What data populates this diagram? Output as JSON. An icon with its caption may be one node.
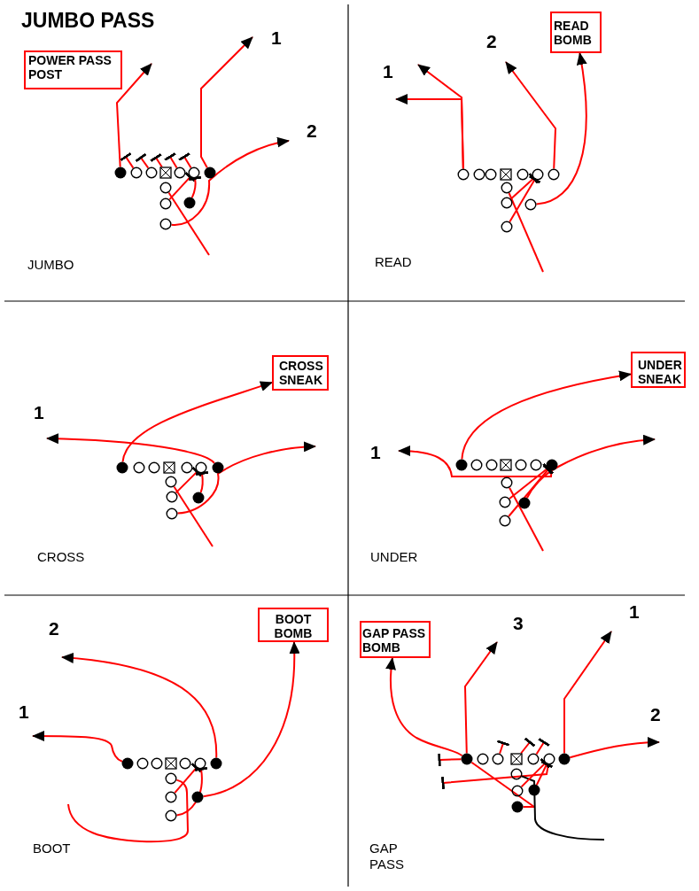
{
  "diagram": {
    "title": "JUMBO PASS",
    "nodes": [
      {
        "text": [
          "POWER PASS POST"
        ]
      },
      {
        "text": [],
        "shape": "dot"
      },
      {
        "text": [],
        "shape": "circle"
      },
      {
        "text": [],
        "shape": "circle"
      },
      {
        "text": [],
        "shape": "box"
      },
      {
        "text": [],
        "shape": "circle"
      },
      {
        "text": [],
        "shape": "circle"
      },
      {
        "text": [],
        "shape": "dot"
      },
      {
        "text": [],
        "shape": "circle"
      },
      {
        "text": [],
        "shape": "circle"
      },
      {
        "text": [],
        "shape": "dot"
      },
      {
        "text": [],
        "shape": "circle"
      },
      {
        "text": [
          "READ BOMB"
        ]
      },
      {
        "text": [],
        "shape": "circle"
      },
      {
        "text": [],
        "shape": "circle"
      },
      {
        "text": [],
        "shape": "circle"
      },
      {
        "text": [],
        "shape": "box"
      },
      {
        "text": [],
        "shape": "circle"
      },
      {
        "text": [],
        "shape": "circle"
      },
      {
        "text": [],
        "shape": "circle"
      },
      {
        "text": [],
        "shape": "circle"
      },
      {
        "text": [],
        "shape": "circle"
      },
      {
        "text": [],
        "shape": "circle"
      },
      {
        "text": [],
        "shape": "circle"
      },
      {
        "text": [
          "CROSS SNEAK"
        ]
      },
      {
        "text": [],
        "shape": "dot"
      },
      {
        "text": [],
        "shape": "circle"
      },
      {
        "text": [],
        "shape": "circle"
      },
      {
        "text": [],
        "shape": "box"
      },
      {
        "text": [],
        "shape": "circle"
      },
      {
        "text": [],
        "shape": "circle"
      },
      {
        "text": [],
        "shape": "dot"
      },
      {
        "text": [],
        "shape": "circle"
      },
      {
        "text": [],
        "shape": "circle"
      },
      {
        "text": [],
        "shape": "dot"
      },
      {
        "text": [],
        "shape": "circle"
      },
      {
        "text": [
          "UNDER SNEAK"
        ]
      },
      {
        "text": [],
        "shape": "dot"
      },
      {
        "text": [],
        "shape": "circle"
      },
      {
        "text": [],
        "shape": "circle"
      },
      {
        "text": [],
        "shape": "box"
      },
      {
        "text": [],
        "shape": "circle"
      },
      {
        "text": [],
        "shape": "circle"
      },
      {
        "text": [],
        "shape": "dot"
      },
      {
        "text": [],
        "shape": "circle"
      },
      {
        "text": [],
        "shape": "circle"
      },
      {
        "text": [],
        "shape": "dot"
      },
      {
        "text": [],
        "shape": "circle"
      },
      {
        "text": [
          "BOOT BOMB"
        ]
      },
      {
        "text": [],
        "shape": "dot"
      },
      {
        "text": [],
        "shape": "circle"
      },
      {
        "text": [],
        "shape": "circle"
      },
      {
        "text": [],
        "shape": "box"
      },
      {
        "text": [],
        "shape": "circle"
      },
      {
        "text": [],
        "shape": "circle"
      },
      {
        "text": [],
        "shape": "dot"
      },
      {
        "text": [],
        "shape": "circle"
      },
      {
        "text": [],
        "shape": "circle"
      },
      {
        "text": [],
        "shape": "dot"
      },
      {
        "text": [],
        "shape": "circle"
      },
      {
        "text": [
          "GAP PASS BOMB"
        ]
      },
      {
        "text": [],
        "shape": "dot"
      },
      {
        "text": [],
        "shape": "circle"
      },
      {
        "text": [],
        "shape": "circle"
      },
      {
        "text": [],
        "shape": "box"
      },
      {
        "text": [],
        "shape": "circle"
      },
      {
        "text": [],
        "shape": "circle"
      },
      {
        "text": [],
        "shape": "dot"
      },
      {
        "text": [],
        "shape": "circle"
      },
      {
        "text": [],
        "shape": "circle"
      },
      {
        "text": [],
        "shape": "dot"
      },
      {
        "text": [],
        "shape": "dot"
      }
    ],
    "edges": [
      {
        "from": 1,
        "to": null,
        "arrow": "to"
      },
      {
        "from": 7,
        "to": null,
        "arrow": "to"
      },
      {
        "from": 11,
        "to": null,
        "arrow": "to"
      },
      {
        "from": 9,
        "to": 6,
        "arrow": "other"
      },
      {
        "from": 10,
        "to": 6,
        "arrow": "other"
      },
      {
        "from": 8,
        "to": null,
        "arrow": "none"
      },
      {
        "from": 2,
        "to": null,
        "arrow": "other"
      },
      {
        "from": 3,
        "to": null,
        "arrow": "other"
      },
      {
        "from": 4,
        "to": null,
        "arrow": "other"
      },
      {
        "from": 5,
        "to": null,
        "arrow": "other"
      },
      {
        "from": 6,
        "to": null,
        "arrow": "other"
      },
      {
        "from": 13,
        "to": null,
        "arrow": "to"
      },
      {
        "from": 13,
        "to": null,
        "arrow": "to"
      },
      {
        "from": 19,
        "to": null,
        "arrow": "to"
      },
      {
        "from": 22,
        "to": 12,
        "arrow": "to"
      },
      {
        "from": 21,
        "to": 18,
        "arrow": "other"
      },
      {
        "from": 23,
        "to": 18,
        "arrow": "other"
      },
      {
        "from": 20,
        "to": null,
        "arrow": "none"
      },
      {
        "from": 25,
        "to": 24,
        "arrow": "to"
      },
      {
        "from": 31,
        "to": null,
        "arrow": "to"
      },
      {
        "from": 35,
        "to": null,
        "arrow": "to"
      },
      {
        "from": 33,
        "to": 30,
        "arrow": "other"
      },
      {
        "from": 34,
        "to": 30,
        "arrow": "other"
      },
      {
        "from": 32,
        "to": null,
        "arrow": "none"
      },
      {
        "from": 37,
        "to": 36,
        "arrow": "to"
      },
      {
        "from": 43,
        "to": null,
        "arrow": "to"
      },
      {
        "from": 46,
        "to": null,
        "arrow": "to"
      },
      {
        "from": 45,
        "to": 43,
        "arrow": "other"
      },
      {
        "from": 47,
        "to": 43,
        "arrow": "other"
      },
      {
        "from": 44,
        "to": null,
        "arrow": "none"
      },
      {
        "from": 49,
        "to": null,
        "arrow": "to"
      },
      {
        "from": 55,
        "to": null,
        "arrow": "to"
      },
      {
        "from": 58,
        "to": 48,
        "arrow": "to"
      },
      {
        "from": 57,
        "to": 54,
        "arrow": "other"
      },
      {
        "from": 59,
        "to": 54,
        "arrow": "other"
      },
      {
        "from": 56,
        "to": null,
        "arrow": "none"
      },
      {
        "from": 61,
        "to": null,
        "arrow": "to"
      },
      {
        "from": 61,
        "to": 60,
        "arrow": "to"
      },
      {
        "from": 67,
        "to": null,
        "arrow": "to"
      },
      {
        "from": 67,
        "to": null,
        "arrow": "to"
      },
      {
        "from": 61,
        "to": null,
        "arrow": "other"
      },
      {
        "from": 66,
        "to": null,
        "arrow": "other"
      },
      {
        "from": 61,
        "to": null,
        "arrow": "none"
      },
      {
        "from": 71,
        "to": null,
        "arrow": "none"
      },
      {
        "from": 68,
        "to": null,
        "arrow": "none",
        "color": "#000000"
      },
      {
        "from": 69,
        "to": 66,
        "arrow": "other"
      },
      {
        "from": 70,
        "to": 66,
        "arrow": "other"
      },
      {
        "from": 63,
        "to": null,
        "arrow": "other"
      },
      {
        "from": 64,
        "to": null,
        "arrow": "other"
      },
      {
        "from": 65,
        "to": null,
        "arrow": "other"
      }
    ],
    "labels": [
      "1",
      "2",
      "JUMBO",
      "2",
      "1",
      "READ",
      "1",
      "CROSS",
      "1",
      "UNDER",
      "2",
      "1",
      "BOOT",
      "3",
      "1",
      "2",
      "GAP PASS"
    ]
  }
}
